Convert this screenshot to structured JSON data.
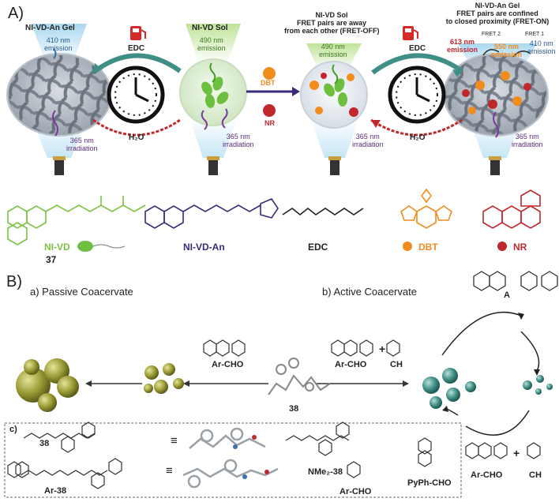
{
  "panel_a": {
    "label": "A)",
    "states": [
      {
        "title": "NI-VD-An Gel",
        "emission": [
          "410 nm",
          "emission"
        ],
        "irradiation": [
          "365 nm",
          "irradiation"
        ]
      },
      {
        "title": "NI-VD Sol",
        "emission": [
          "490 nm",
          "emission"
        ],
        "irradiation": [
          "365 nm",
          "irradiation"
        ]
      },
      {
        "title": "NI-VD Sol",
        "subtitle": [
          "FRET pairs are away",
          "from each other (FRET-OFF)"
        ],
        "emission": [
          "490 nm",
          "emission"
        ],
        "irradiation": [
          "365 nm",
          "irradiation"
        ]
      },
      {
        "title": "NI-VD-An Gel",
        "subtitle": [
          "FRET pairs are confined",
          "to closed proximity (FRET-ON)"
        ],
        "emission_red": [
          "613 nm",
          "emission"
        ],
        "emission_orange": [
          "550 nm",
          "emission"
        ],
        "emission_blue": [
          "410 nm",
          "emission"
        ],
        "fret": [
          "FRET 2",
          "FRET 1"
        ],
        "irradiation": [
          "365 nm",
          "irradiation"
        ]
      }
    ],
    "cycles": [
      {
        "top": "EDC",
        "bottom": "H₂O"
      },
      {
        "top": "EDC",
        "bottom": "H₂O"
      }
    ],
    "dyes": {
      "dbt": "DBT",
      "nr": "NR"
    },
    "molecules": [
      {
        "name": "NI-VD",
        "number": "37"
      },
      {
        "name": "NI-VD-An"
      },
      {
        "name": "EDC"
      },
      {
        "name": "DBT"
      },
      {
        "name": "NR"
      }
    ]
  },
  "panel_b": {
    "label": "B)",
    "subpanel_a": "a) Passive Coacervate",
    "subpanel_b": "b) Active Coacervate",
    "subpanel_c": "c)",
    "compound_38": "38",
    "ar_cho": "Ar-CHO",
    "ch": "CH",
    "a": "A",
    "plus": "+",
    "identical": "≡",
    "inset_labels": {
      "l38": "38",
      "ar38": "Ar-38",
      "nme2": "NMe₂-38",
      "archo": "Ar-CHO",
      "pyph": "PyPh-CHO"
    },
    "bottom_right": {
      "ar_cho": "Ar-CHO",
      "ch": "CH",
      "plus": "+"
    }
  },
  "colors": {
    "green": "#7cc242",
    "purple": "#3b2a7a",
    "orange": "#f28c1c",
    "red": "#c0282d",
    "blue": "#3d6fa8",
    "teal": "#3f8f86",
    "olive": "#8a8a2a"
  }
}
